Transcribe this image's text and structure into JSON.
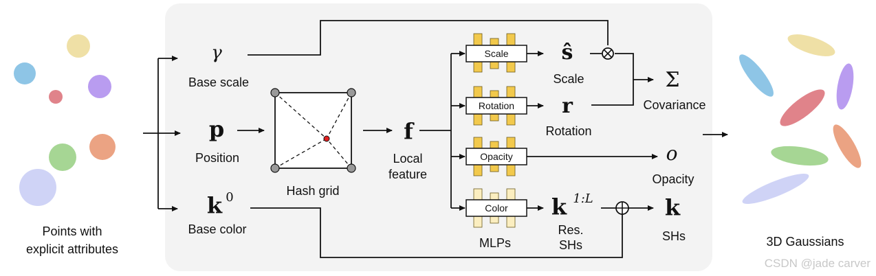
{
  "left": {
    "caption_line1": "Points with",
    "caption_line2": "explicit attributes"
  },
  "inputs": {
    "base_scale": {
      "symbol": "γ",
      "label": "Base scale"
    },
    "position": {
      "symbol": "p",
      "label": "Position"
    },
    "base_color": {
      "symbol": "k",
      "sup": "0",
      "label": "Base color"
    }
  },
  "hash_grid": {
    "label": "Hash grid"
  },
  "local_feature": {
    "symbol": "f",
    "label_line1": "Local",
    "label_line2": "feature"
  },
  "mlps": {
    "scale": "Scale",
    "rotation": "Rotation",
    "opacity": "Opacity",
    "color": "Color",
    "caption": "MLPs"
  },
  "outputs": {
    "scale": {
      "symbol": "ŝ",
      "label": "Scale"
    },
    "rotation": {
      "symbol": "r",
      "label": "Rotation"
    },
    "res_shs": {
      "symbol": "k",
      "sup": "1:L",
      "label_line1": "Res.",
      "label_line2": "SHs"
    },
    "covariance": {
      "symbol": "Σ",
      "label": "Covariance"
    },
    "opacity": {
      "symbol": "o",
      "label": "Opacity"
    },
    "shs": {
      "symbol": "k",
      "label": "SHs"
    }
  },
  "operators": {
    "multiply": "⊗",
    "add": "⊕"
  },
  "right": {
    "caption": "3D Gaussians"
  },
  "watermark": "CSDN @jade carver",
  "colors": {
    "panel_bg": "#f3f3f3",
    "mlp_yellow": "#f2c94c",
    "mlp_light": "#fbeec0",
    "hash_node": "#999999",
    "hash_center": "#e02020"
  }
}
